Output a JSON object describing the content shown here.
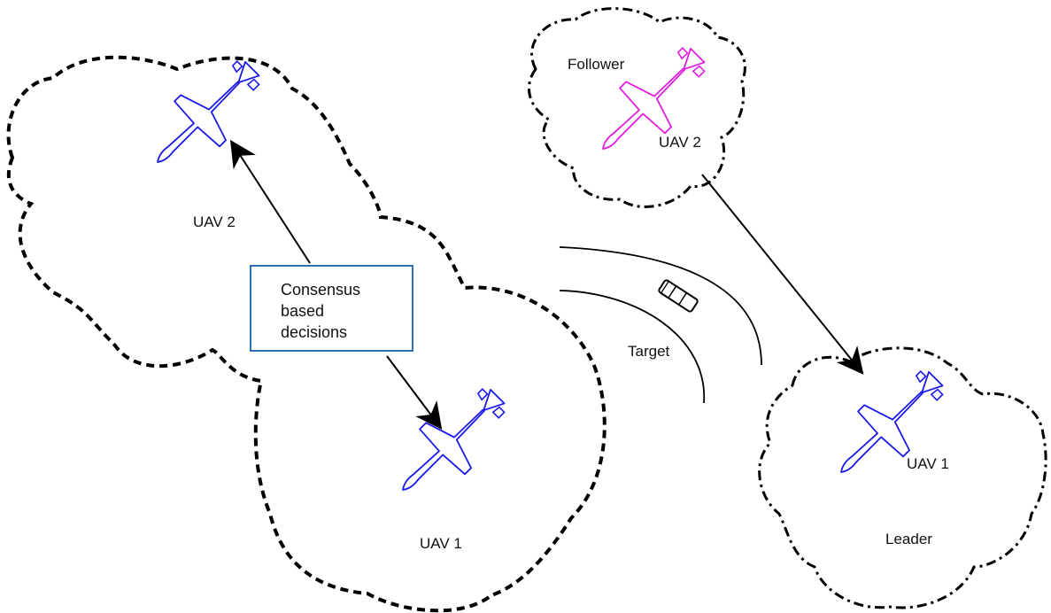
{
  "left_group": {
    "uav_top_label": "UAV 2",
    "uav_bottom_label": "UAV 1",
    "consensus_lines": [
      "Consensus",
      "based",
      "decisions"
    ]
  },
  "target": {
    "label": "Target"
  },
  "right_group": {
    "follower_role": "Follower",
    "follower_uav": "UAV 2",
    "leader_uav": "UAV 1",
    "leader_role": "Leader"
  },
  "colors": {
    "uav_blue": "#1a1ae6",
    "follower_magenta": "#e01ee0",
    "box_border": "#2f6fb5",
    "line": "#000000"
  },
  "icons": {
    "uav": "airplane-icon",
    "target": "car-icon"
  }
}
